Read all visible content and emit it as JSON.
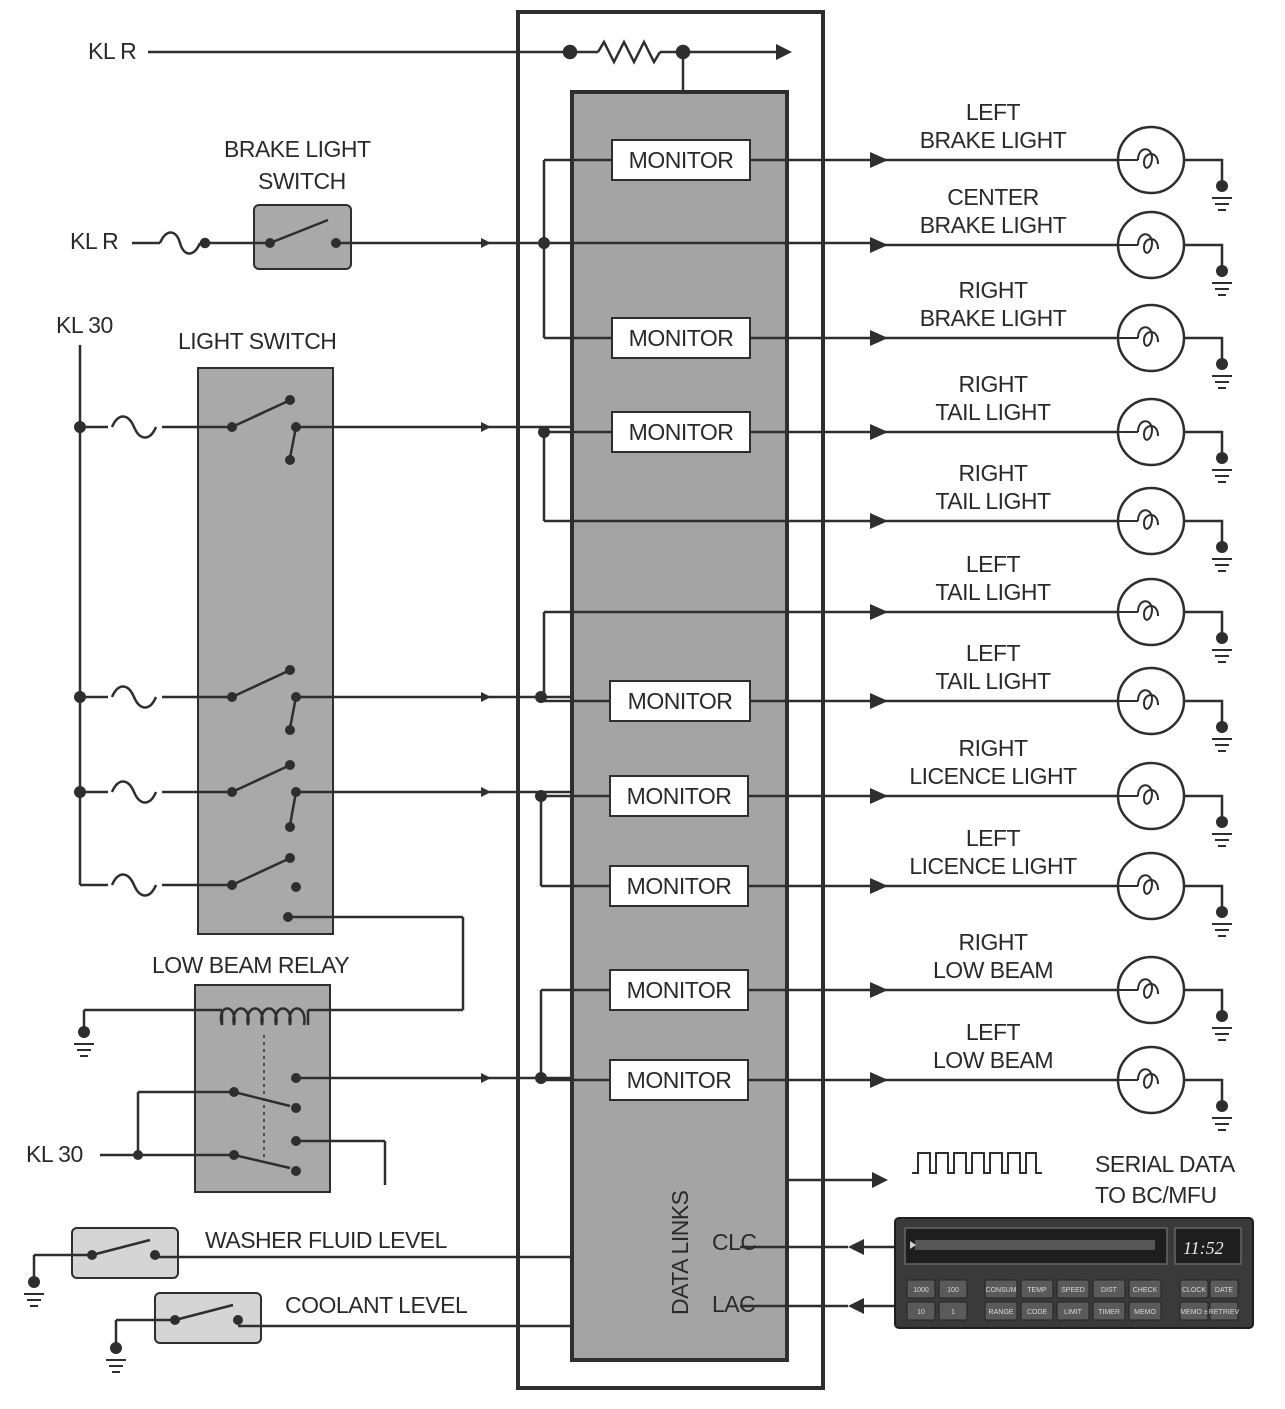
{
  "supply": {
    "kl_r_top": "KL R",
    "kl_r_brake": "KL R",
    "kl_30_top": "KL 30",
    "kl_30_bottom": "KL 30"
  },
  "switches": {
    "brake_light_switch_line1": "BRAKE LIGHT",
    "brake_light_switch_line2": "SWITCH",
    "light_switch": "LIGHT SWITCH",
    "low_beam_relay": "LOW BEAM RELAY",
    "washer_fluid_level": "WASHER FLUID LEVEL",
    "coolant_level": "COOLANT LEVEL"
  },
  "module": {
    "monitor_label": "MONITOR",
    "data_links": "DATA LINKS",
    "clc": "CLC",
    "lac": "LAC"
  },
  "outputs": [
    {
      "line1": "LEFT",
      "line2": "BRAKE LIGHT"
    },
    {
      "line1": "CENTER",
      "line2": "BRAKE LIGHT"
    },
    {
      "line1": "RIGHT",
      "line2": "BRAKE LIGHT"
    },
    {
      "line1": "RIGHT",
      "line2": "TAIL LIGHT"
    },
    {
      "line1": "RIGHT",
      "line2": "TAIL LIGHT"
    },
    {
      "line1": "LEFT",
      "line2": "TAIL LIGHT"
    },
    {
      "line1": "LEFT",
      "line2": "TAIL LIGHT"
    },
    {
      "line1": "RIGHT",
      "line2": "LICENCE LIGHT"
    },
    {
      "line1": "LEFT",
      "line2": "LICENCE LIGHT"
    },
    {
      "line1": "RIGHT",
      "line2": "LOW BEAM"
    },
    {
      "line1": "LEFT",
      "line2": "LOW BEAM"
    }
  ],
  "serial": {
    "line1": "SERIAL DATA",
    "line2": "TO BC/MFU"
  },
  "display": {
    "clock": "11:52",
    "buttons_row1": [
      "1000",
      "100",
      "CONSUM",
      "TEMP",
      "SPEED",
      "DIST",
      "CHECK",
      "CLOCK",
      "DATE"
    ],
    "buttons_row2": [
      "10",
      "1",
      "RANGE",
      "CODE",
      "LIMIT",
      "TIMER",
      "MEMO",
      "MEMO ±",
      "RETRIEV"
    ]
  },
  "colors": {
    "wire": "#2e2e2e",
    "housing_fill": "#a9a9a9",
    "module_fill": "#a4a4a4",
    "monitor_fill": "#ffffff",
    "display_body": "#3a3a3a"
  }
}
